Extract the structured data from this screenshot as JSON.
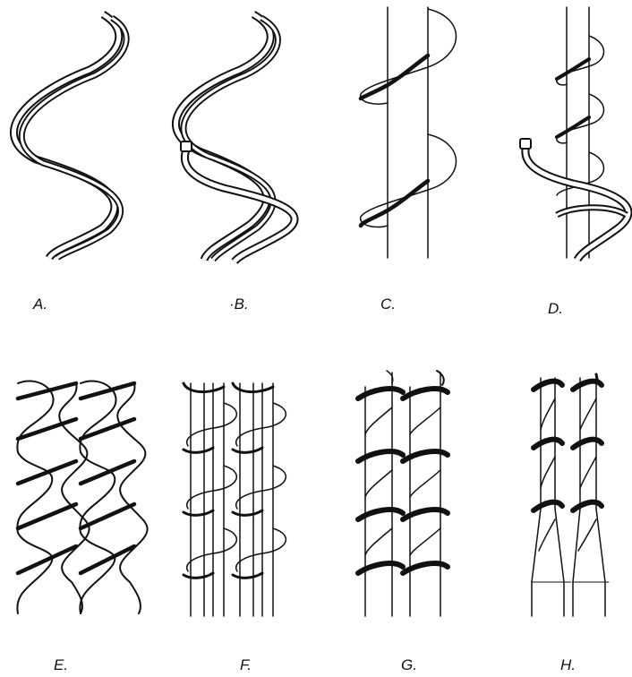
{
  "labels": {
    "a": "A.",
    "b": "·B.",
    "c": "C.",
    "d": "D.",
    "e": "E.",
    "f": "F.",
    "g": "G.",
    "h": "H."
  },
  "colors": {
    "ink": "#111111",
    "paper": "#ffffff"
  }
}
